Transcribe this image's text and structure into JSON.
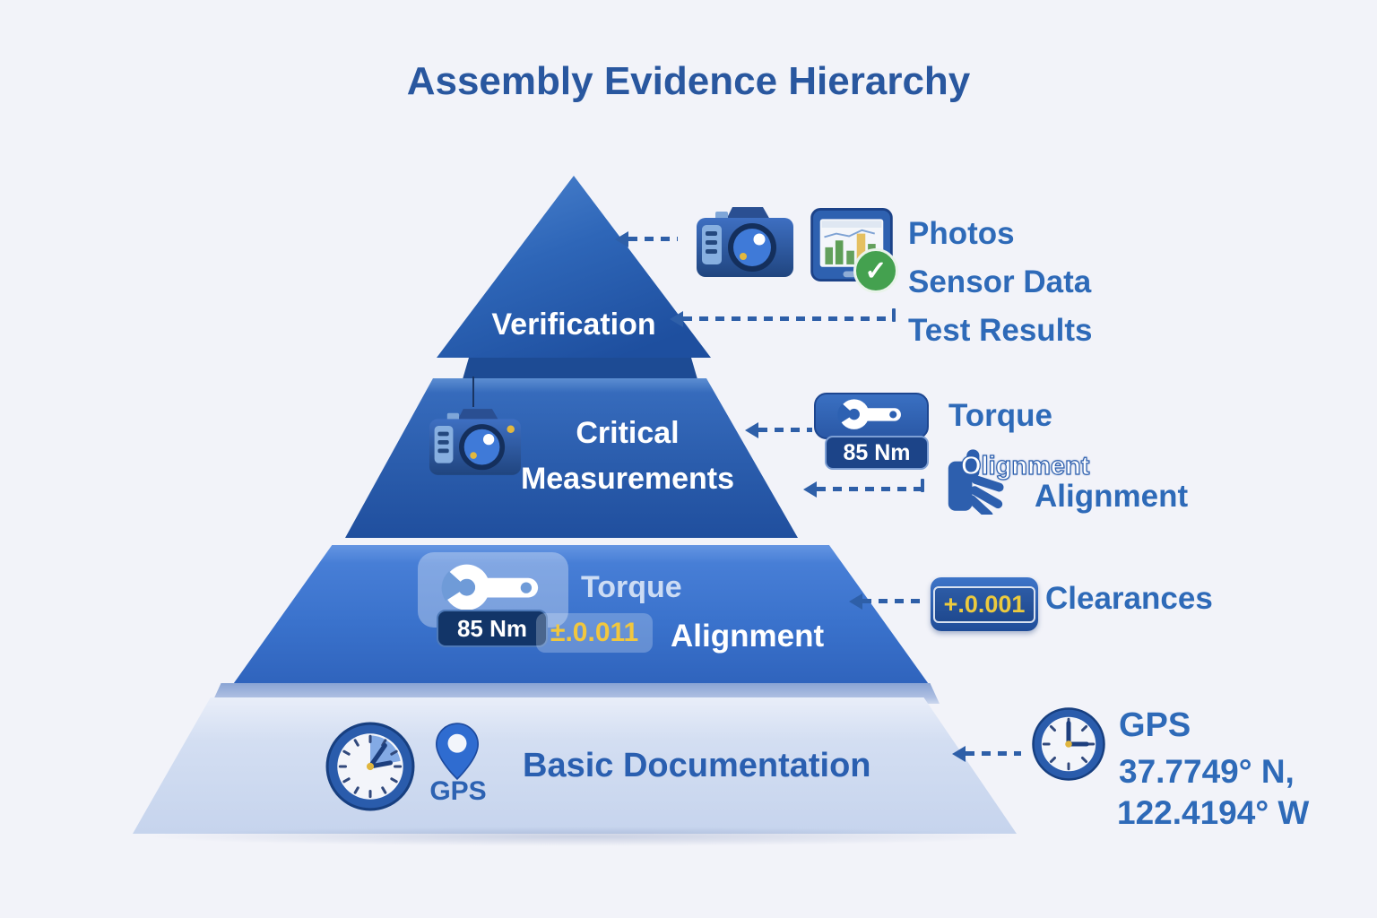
{
  "title": "Assembly Evidence Hierarchy",
  "pyramid": {
    "verification": {
      "label": "Verification"
    },
    "critical": {
      "line1": "Critical",
      "line2": "Measurements"
    },
    "torque": {
      "torque_label": "Torque",
      "badge": "85 Nm",
      "tolerance": "±.0.011",
      "alignment_label": "Alignment"
    },
    "basic": {
      "label": "Basic Documentation",
      "gps_caption": "GPS"
    }
  },
  "annotations": {
    "verification": {
      "photos": "Photos",
      "sensor": "Sensor Data",
      "tests": "Test Results"
    },
    "critical": {
      "torque_label": "Torque",
      "badge": "85 Nm",
      "overlay": "Olignment",
      "alignment_label": "Alignment"
    },
    "torque": {
      "badge": "+.0.001",
      "label": "Clearances"
    },
    "basic": {
      "gps": "GPS",
      "lat": "37.7749° N,",
      "lon": "122.4194° W"
    }
  },
  "icons": {
    "check_glyph": "✓",
    "camera": "camera-icon",
    "sensor_tablet": "sensor-tablet-icon",
    "wrench": "wrench-icon",
    "hand_alignment": "hand-alignment-icon",
    "clock": "clock-icon",
    "gps_pin": "gps-pin-icon"
  },
  "colors": {
    "accent_arrow": "#2e5fa8",
    "title_blue": "#29579f",
    "label_blue": "#2e6ab8",
    "tier1_dark": "#2e66b8",
    "tier3_blue": "#3a72cc",
    "tier4_light": "#ccd9ef",
    "value_yellow": "#ecca3e",
    "check_green": "#44a14f"
  }
}
